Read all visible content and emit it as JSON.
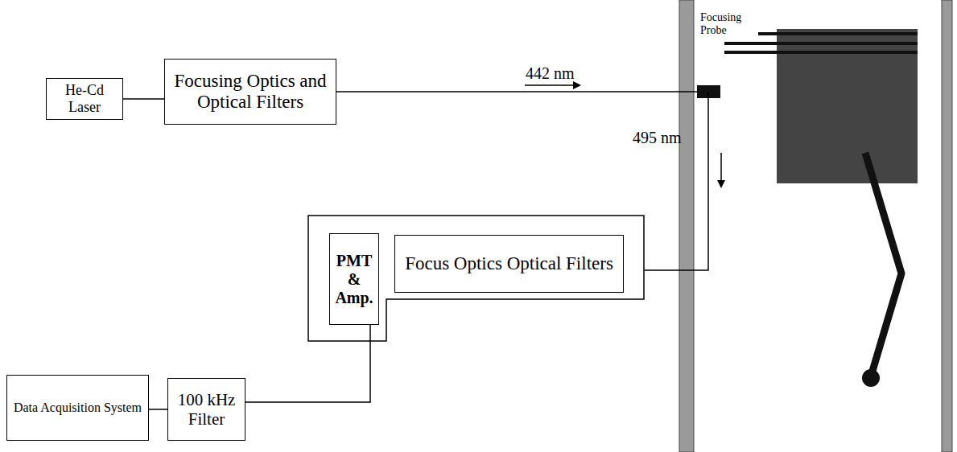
{
  "diagram": {
    "nodes": [
      {
        "text": [
          "He-Cd Laser"
        ]
      },
      {
        "text": [
          "Focusing Optics and Optical Filters"
        ]
      },
      {
        "text": [
          "PMT & Amp."
        ]
      },
      {
        "text": [
          "Focus Optics Optical Filters"
        ]
      },
      {
        "text": [
          "Data Acquisition System"
        ]
      },
      {
        "text": [
          "100 kHz Filter"
        ]
      }
    ],
    "edges": [
      {
        "from": 0,
        "to": 1,
        "arrow": "none"
      },
      {
        "from": 2,
        "to": 5,
        "arrow": "none"
      },
      {
        "from": 5,
        "to": 4,
        "arrow": "none"
      }
    ],
    "labels": [
      "442 nm",
      "495 nm",
      "Focusing Probe"
    ]
  }
}
